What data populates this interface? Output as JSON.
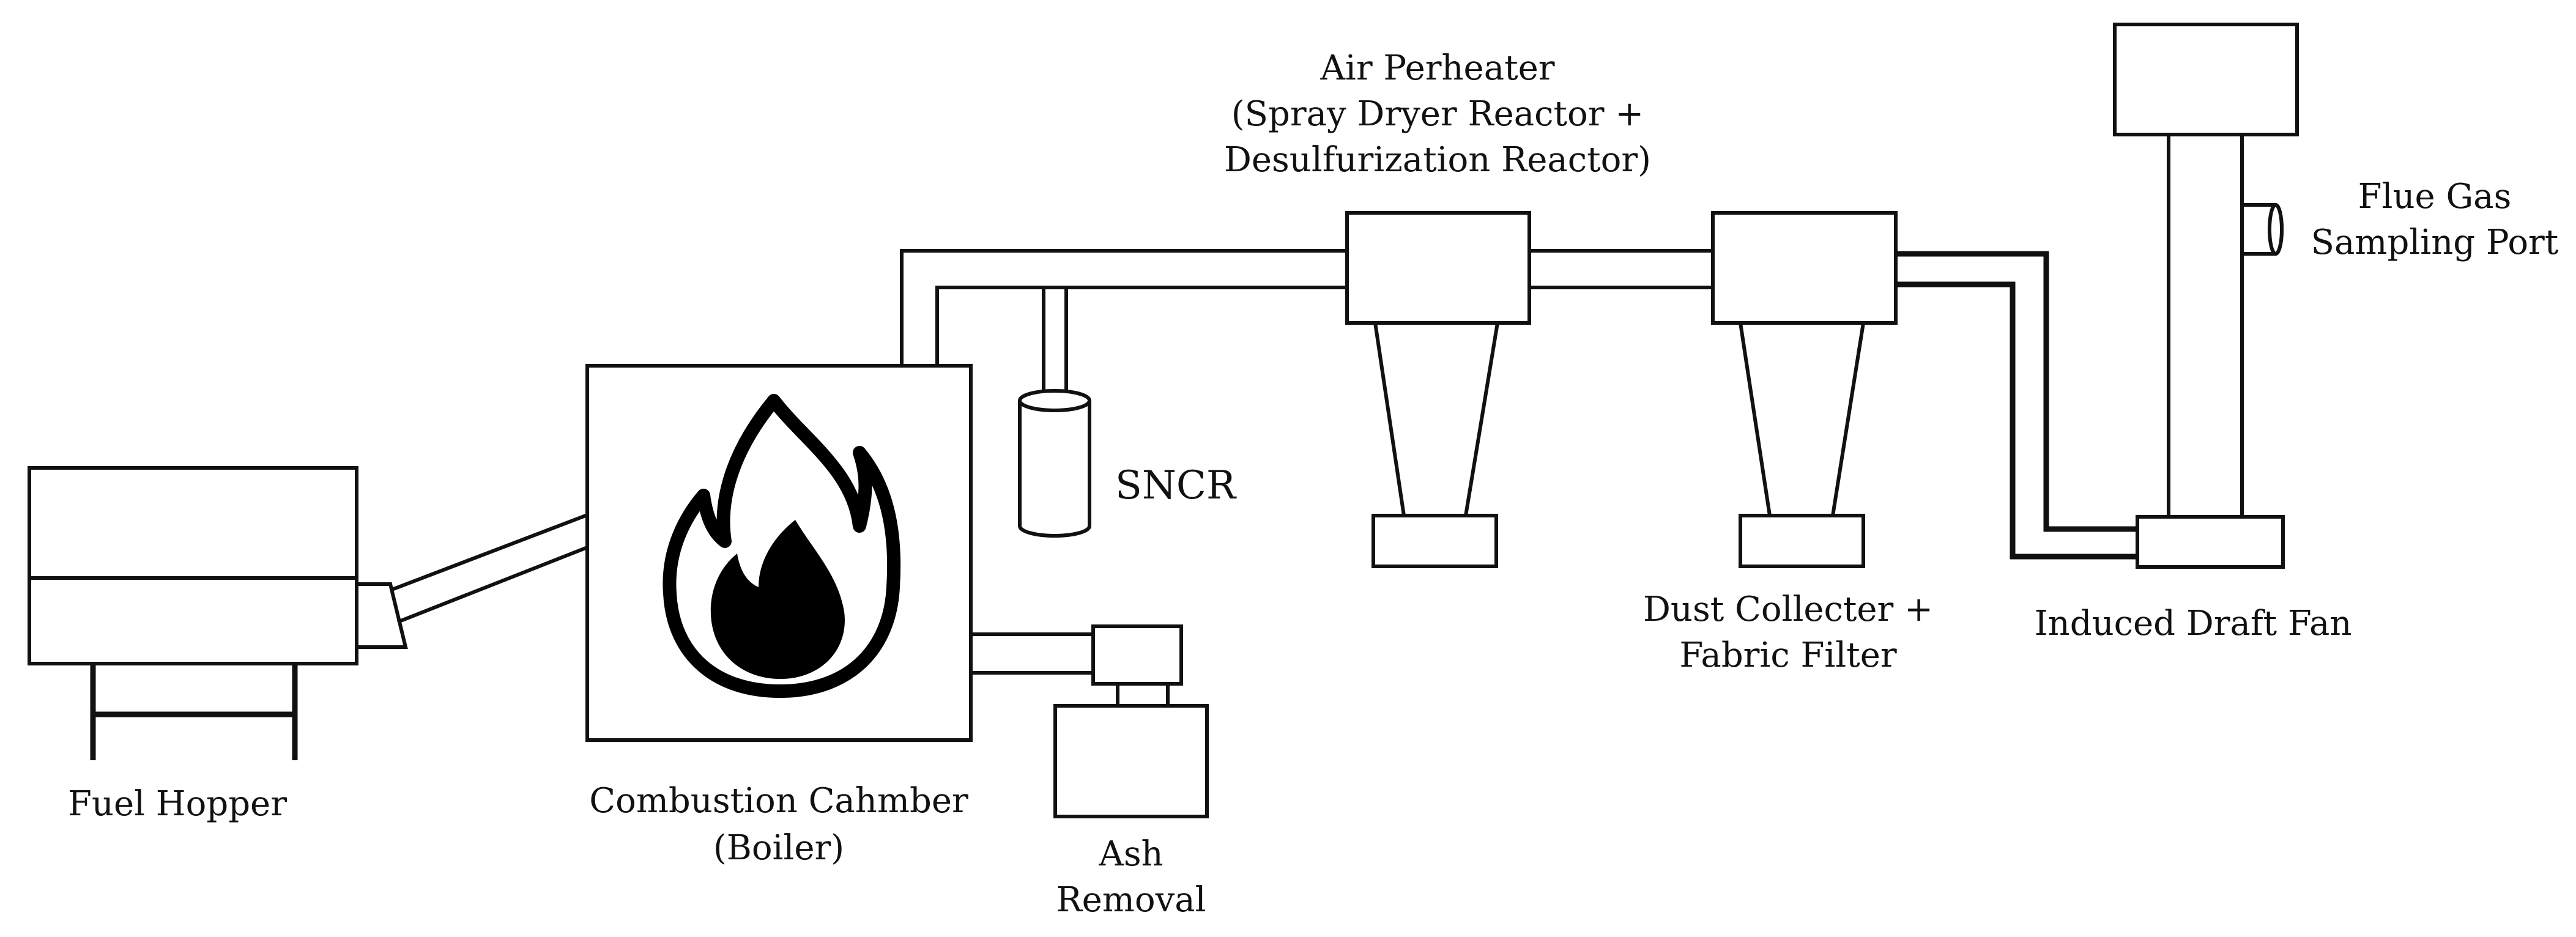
{
  "labels": {
    "fuel_hopper": "Fuel Hopper",
    "combustion_chamber_line1": "Combustion Cahmber",
    "combustion_chamber_line2": "(Boiler)",
    "ash_removal_line1": "Ash",
    "ash_removal_line2": "Removal",
    "sncr": "SNCR",
    "air_preheater_line1": "Air Perheater",
    "air_preheater_line2": "(Spray Dryer Reactor +",
    "air_preheater_line3": "Desulfurization Reactor)",
    "dust_collector_line1": "Dust Collecter +",
    "dust_collector_line2": "Fabric Filter",
    "induced_draft_fan": "Induced Draft Fan",
    "sampling_port_line1": "Flue Gas",
    "sampling_port_line2": "Sampling Port"
  },
  "icons": {
    "boiler": "flame-icon"
  },
  "colors": {
    "stroke": "#111111",
    "fill": "#ffffff",
    "flame_fill": "#000000"
  }
}
